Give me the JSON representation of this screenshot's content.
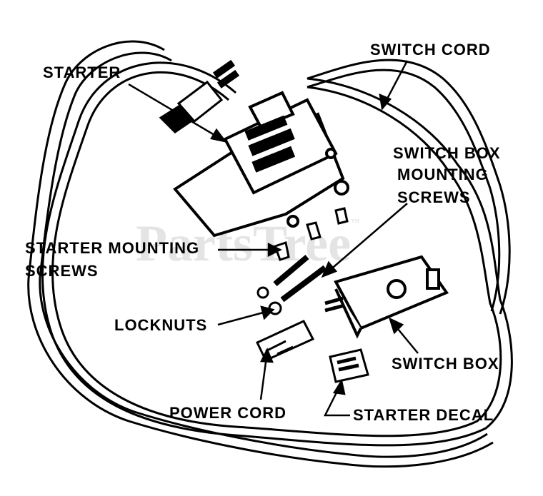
{
  "labels": {
    "starter": "STARTER",
    "switch_cord": "SWITCH CORD",
    "switch_box_mounting_screws_1": "SWITCH BOX",
    "switch_box_mounting_screws_2": "MOUNTING",
    "switch_box_mounting_screws_3": "SCREWS",
    "starter_mounting_screws_1": "STARTER MOUNTING",
    "starter_mounting_screws_2": "SCREWS",
    "locknuts": "LOCKNUTS",
    "switch_box": "SWITCH BOX",
    "power_cord": "POWER CORD",
    "starter_decal": "STARTER DECAL"
  },
  "watermark": {
    "text": "PartsTree",
    "mark": "™"
  },
  "colors": {
    "ink": "#000000",
    "paper": "#ffffff",
    "watermark": "#cfcfcf"
  }
}
